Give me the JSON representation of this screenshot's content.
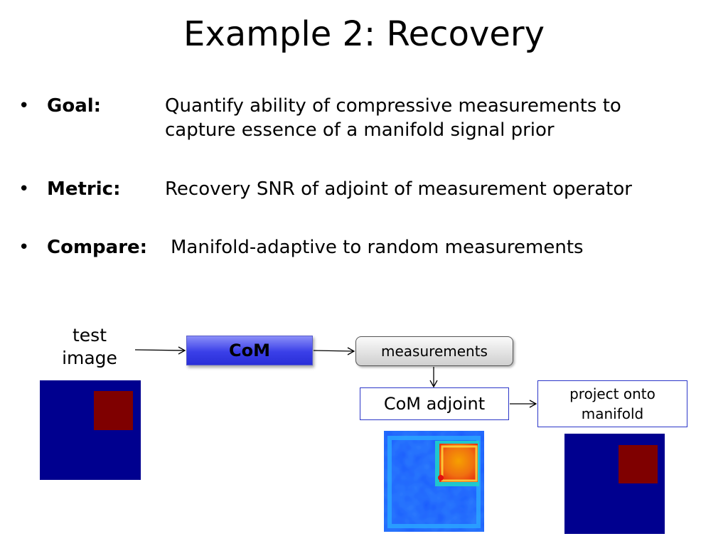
{
  "title": "Example 2: Recovery",
  "bullets": [
    {
      "marker": "•",
      "label": "Goal:",
      "text_lines": [
        "Quantify ability of compressive measurements to",
        "capture essence of a manifold signal prior"
      ]
    },
    {
      "marker": "•",
      "label": "Metric:",
      "text": "Recovery SNR of adjoint of measurement operator"
    },
    {
      "marker": "•",
      "label": "Compare:",
      "text": "Manifold-adaptive to random measurements"
    }
  ],
  "diagram": {
    "test_image_label_lines": [
      "test",
      "image"
    ],
    "com_label": "CoM",
    "measurements_label": "measurements",
    "adjoint_label": "CoM adjoint",
    "project_label_lines": [
      "project onto",
      "manifold"
    ],
    "images": {
      "test_image": {
        "background": "#00008f",
        "square": "#7f0000"
      },
      "adjoint_image": {
        "background": "#1a3cf0",
        "square": "#f08a10"
      },
      "projected_image": {
        "background": "#00008f",
        "square": "#7f0000"
      }
    }
  },
  "colors": {
    "com_fill": "#3a3fe8",
    "box_border": "#2b36c8",
    "arrow": "#000000"
  }
}
